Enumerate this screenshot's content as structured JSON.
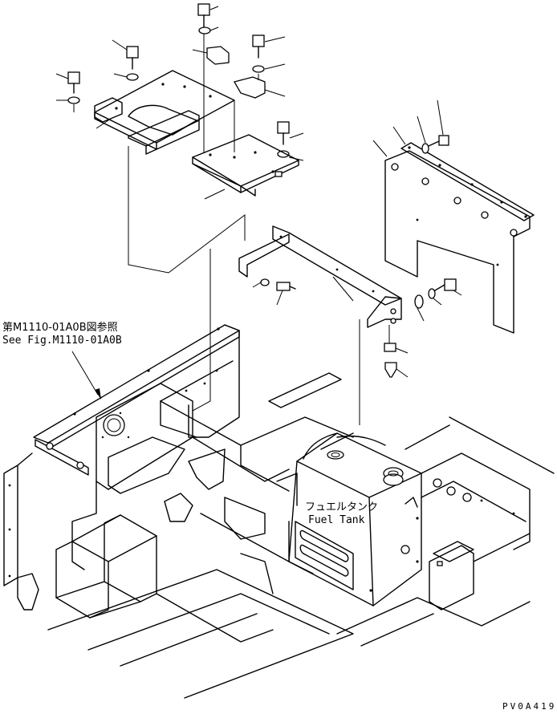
{
  "reference": {
    "japanese": "第M1110-01A0B図参照",
    "english": "See Fig.M1110-01A0B"
  },
  "tank_label": {
    "japanese": "フュエルタンク",
    "english": "Fuel Tank"
  },
  "drawing_code": "PV0A419"
}
